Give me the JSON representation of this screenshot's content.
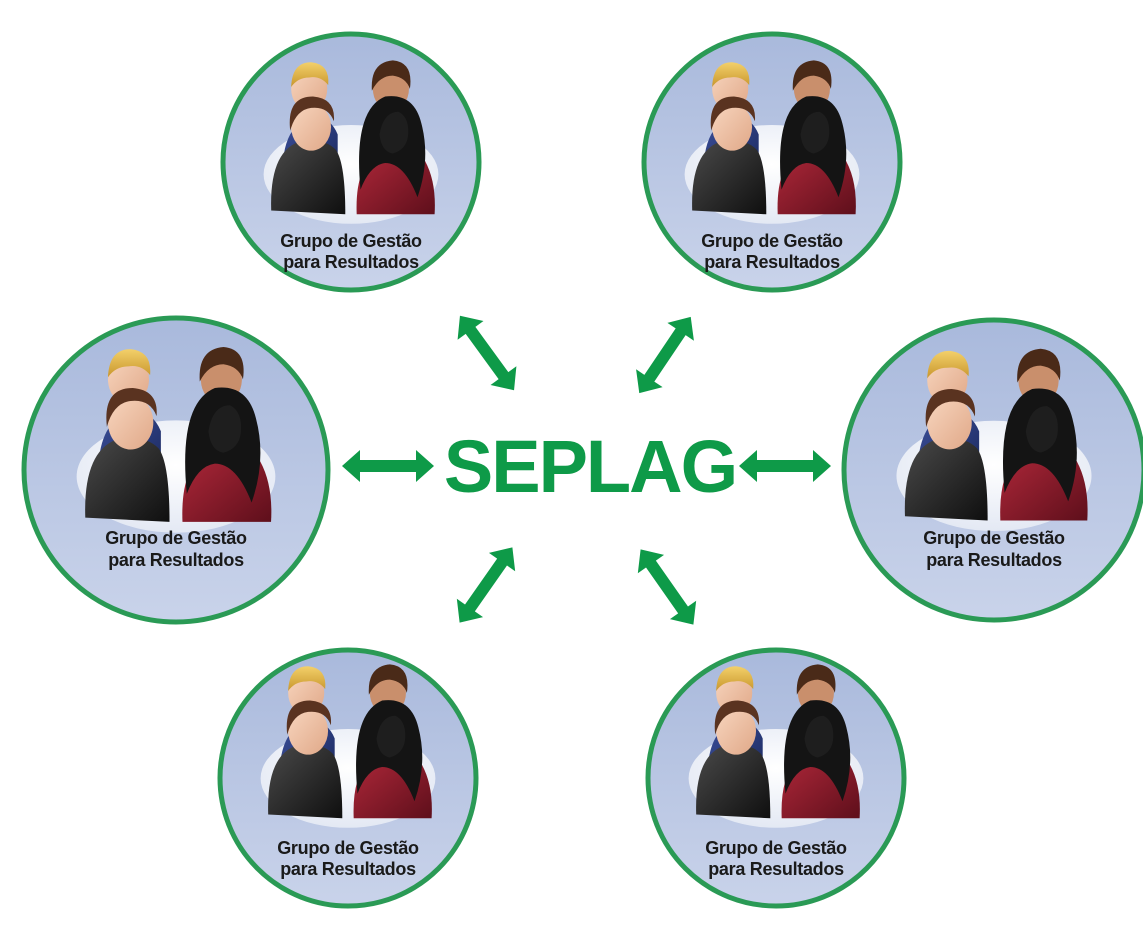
{
  "center": {
    "label": "SEPLAG"
  },
  "nodes": [
    {
      "line1": "Grupo de Gestão",
      "line2": "para Resultados"
    },
    {
      "line1": "Grupo de Gestão",
      "line2": "para Resultados"
    },
    {
      "line1": "Grupo de Gestão",
      "line2": "para Resultados"
    },
    {
      "line1": "Grupo de Gestão",
      "line2": "para Resultados"
    },
    {
      "line1": "Grupo de Gestão",
      "line2": "para Resultados"
    },
    {
      "line1": "Grupo de Gestão",
      "line2": "para Resultados"
    }
  ],
  "colors": {
    "accent_green": "#0e9a48",
    "circle_border": "#2a9a55",
    "circle_fill": "#b6c4e2",
    "table_fill": "#f4f6fb"
  },
  "icons": {
    "node_icon": "people-group-icon",
    "connector": "double-arrow-icon"
  }
}
